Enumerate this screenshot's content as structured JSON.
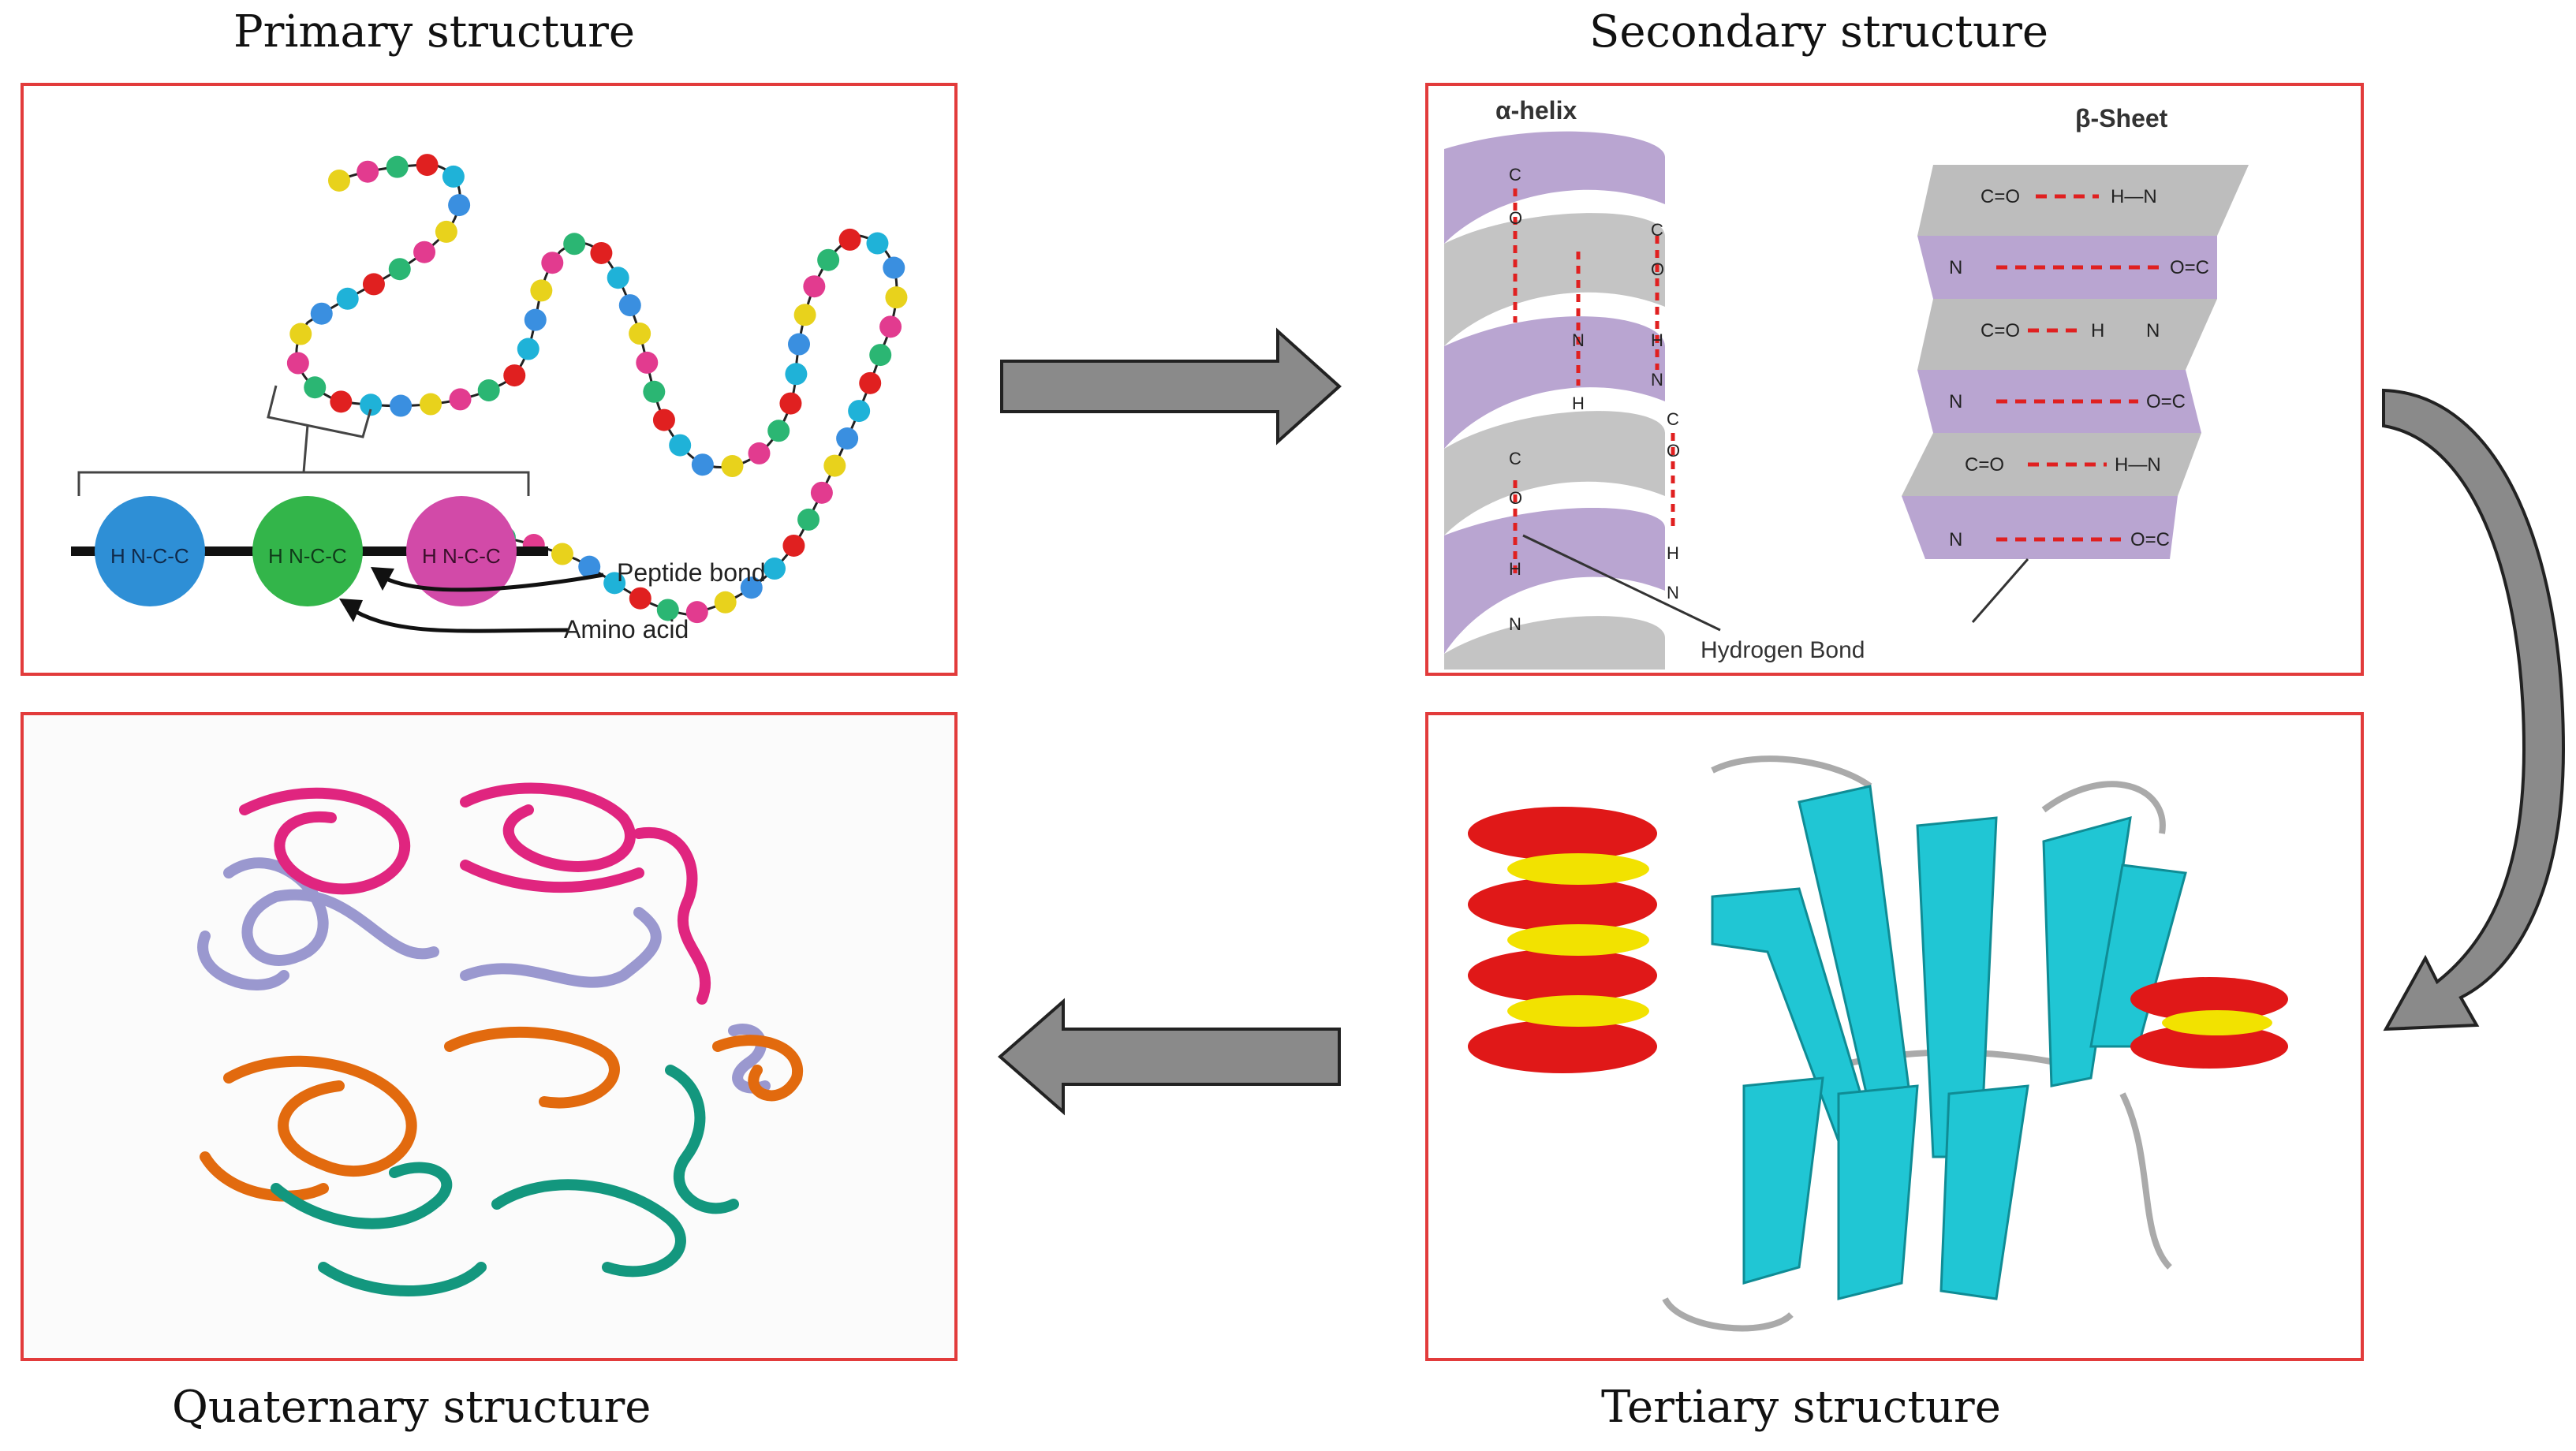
{
  "figure": {
    "primary": {
      "title": "Primary structure",
      "peptide_bond_label": "Peptide bond",
      "amino_acid_label": "Amino acid"
    },
    "secondary": {
      "title": "Secondary structure",
      "alpha_helix_label": "α-helix",
      "beta_sheet_label": "β-Sheet",
      "hydrogen_bond_label": "Hydrogen Bond"
    },
    "tertiary": {
      "title": "Tertiary structure"
    },
    "quaternary": {
      "title": "Quaternary structure"
    }
  },
  "colors": {
    "panel_border": "#e23b3b",
    "arrow_fill": "#8a8a8a",
    "helix_purple": "#b9a5d1",
    "sheet_gray": "#bdbdbd",
    "bond_red": "#e02020",
    "bead_colors": [
      "#e8d21c",
      "#e23b8f",
      "#2bb673",
      "#e02020",
      "#1fb2d8",
      "#3a8fe0"
    ],
    "tertiary_sheet": "#20c6d4",
    "tertiary_helix": "#e01818",
    "tertiary_helix_inner": "#f2e200",
    "quaternary_pink": "#e0257f",
    "quaternary_lavender": "#9a98cf",
    "quaternary_orange": "#e26a0e",
    "quaternary_teal": "#13977e"
  },
  "icons": [
    "right-arrow-icon",
    "left-arrow-icon",
    "curved-down-arrow-icon"
  ]
}
